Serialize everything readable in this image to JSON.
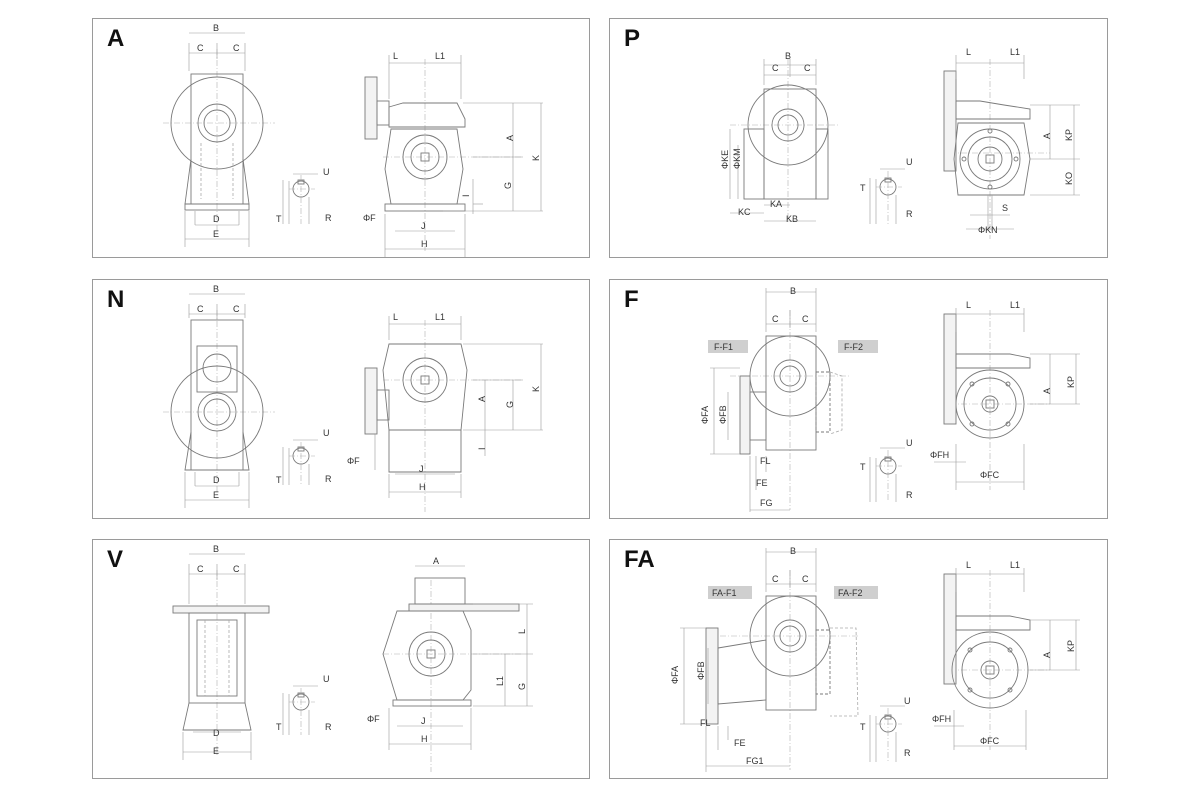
{
  "panels": {
    "A": {
      "title": "A",
      "labels": {
        "B": "B",
        "C1": "C",
        "C2": "C",
        "D": "D",
        "E": "E",
        "U": "U",
        "T": "T",
        "R": "R",
        "L": "L",
        "L1": "L1",
        "A": "A",
        "G": "G",
        "K": "K",
        "I": "I",
        "F": "ΦF",
        "J": "J",
        "H": "H"
      }
    },
    "N": {
      "title": "N",
      "labels": {
        "B": "B",
        "C1": "C",
        "C2": "C",
        "D": "D",
        "E": "E",
        "U": "U",
        "T": "T",
        "R": "R",
        "L": "L",
        "L1": "L1",
        "A": "A",
        "G": "G",
        "K": "K",
        "I": "I",
        "F": "ΦF",
        "J": "J",
        "H": "H"
      }
    },
    "V": {
      "title": "V",
      "labels": {
        "B": "B",
        "C1": "C",
        "C2": "C",
        "D": "D",
        "E": "E",
        "U": "U",
        "T": "T",
        "R": "R",
        "A": "A",
        "L": "L",
        "L1": "L1",
        "G": "G",
        "F": "ΦF",
        "J": "J",
        "H": "H"
      }
    },
    "P": {
      "title": "P",
      "labels": {
        "B": "B",
        "C1": "C",
        "C2": "C",
        "KE": "ΦKE",
        "KM": "ΦKM",
        "KC": "KC",
        "KA": "KA",
        "KB": "KB",
        "U": "U",
        "T": "T",
        "R": "R",
        "L": "L",
        "L1": "L1",
        "A": "A",
        "KP": "KP",
        "KO": "KO",
        "S": "S",
        "KN": "ΦKN"
      }
    },
    "F": {
      "title": "F",
      "tags": [
        "F-F1",
        "F-F2"
      ],
      "labels": {
        "B": "B",
        "C1": "C",
        "C2": "C",
        "FA": "ΦFA",
        "FB": "ΦFB",
        "FL": "FL",
        "FE": "FE",
        "FG": "FG",
        "U": "U",
        "T": "T",
        "R": "R",
        "L": "L",
        "L1": "L1",
        "A": "A",
        "KP": "KP",
        "FH": "ΦFH",
        "FC": "ΦFC"
      }
    },
    "FA": {
      "title": "FA",
      "tags": [
        "FA-F1",
        "FA-F2"
      ],
      "labels": {
        "B": "B",
        "C1": "C",
        "C2": "C",
        "FA": "ΦFA",
        "FB": "ΦFB",
        "FL": "FL",
        "FE": "FE",
        "FG": "FG1",
        "U": "U",
        "T": "T",
        "R": "R",
        "L": "L",
        "L1": "L1",
        "A": "A",
        "KP": "KP",
        "FH": "ΦFH",
        "FC": "ΦFC"
      }
    }
  }
}
